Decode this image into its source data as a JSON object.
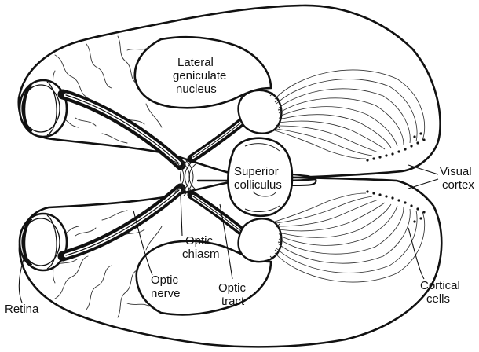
{
  "labels": {
    "lgn_1": "Lateral",
    "lgn_2": "geniculate",
    "lgn_3": "nucleus",
    "sc_1": "Superior",
    "sc_2": "colliculus",
    "visual_1": "Visual",
    "visual_2": "cortex",
    "chiasm_1": "Optic",
    "chiasm_2": "chiasm",
    "nerve_1": "Optic",
    "nerve_2": "nerve",
    "tract_1": "Optic",
    "tract_2": "tract",
    "cortical_1": "Cortical",
    "cortical_2": "cells",
    "retina": "Retina"
  },
  "colors": {
    "ink": "#111111",
    "background": "#ffffff"
  }
}
